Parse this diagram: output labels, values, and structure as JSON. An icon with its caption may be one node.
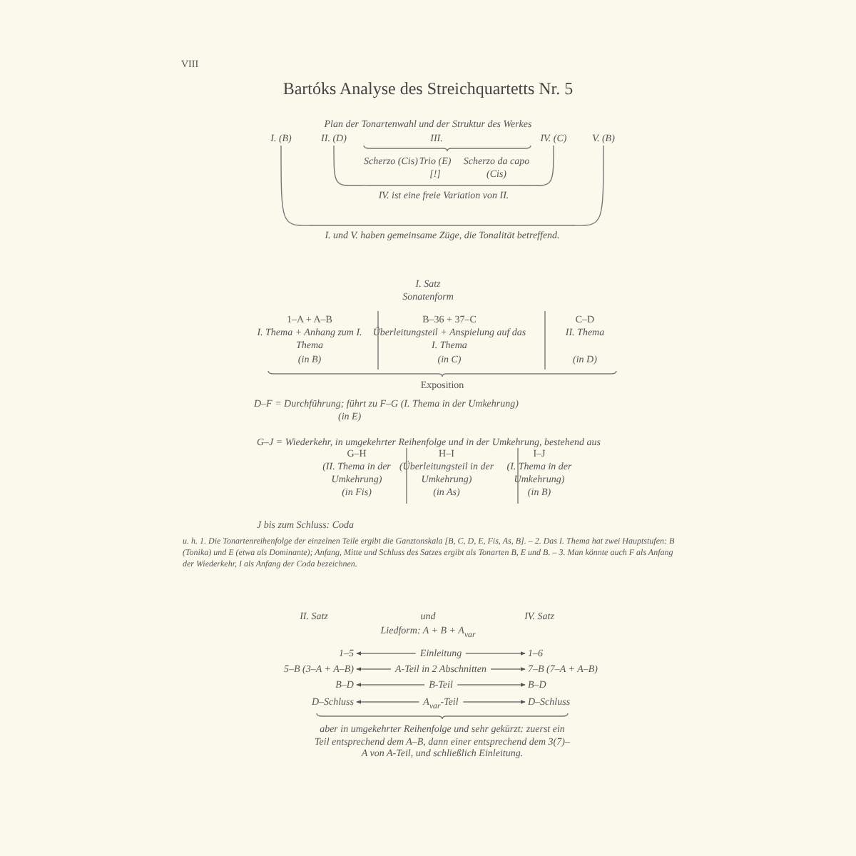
{
  "diagram": {
    "title": "Bartóks Analyse des Streichquartetts Nr. 5",
    "nodes": [
      {
        "text": [
          "I. (B)"
        ]
      },
      {
        "text": [
          "II. (D)"
        ]
      },
      {
        "text": [
          "III."
        ]
      },
      {
        "text": [
          "IV. (C)"
        ]
      },
      {
        "text": [
          "V. (B)"
        ]
      },
      {
        "text": [
          "1–5"
        ]
      },
      {
        "text": [
          "1–6"
        ]
      },
      {
        "text": [
          "5–B (3–A + A–B)"
        ]
      },
      {
        "text": [
          "7–B (7–A + A–B)"
        ]
      },
      {
        "text": [
          "B–D"
        ]
      },
      {
        "text": [
          "B–D"
        ]
      },
      {
        "text": [
          "D–Schluss"
        ]
      },
      {
        "text": [
          "D–Schluss"
        ]
      }
    ],
    "edges": [
      {
        "from": 1,
        "to": 3,
        "arrow": "none",
        "label": "IV. ist eine freie Variation von II."
      },
      {
        "from": 0,
        "to": 4,
        "arrow": "none",
        "label": "I. und V. haben gemeinsame Züge, die Tonalität betreffend."
      },
      {
        "from": 5,
        "to": 6,
        "arrow": "both",
        "label": "Einleitung"
      },
      {
        "from": 7,
        "to": 8,
        "arrow": "both",
        "label": "A-Teil in 2 Abschnitten"
      },
      {
        "from": 9,
        "to": 10,
        "arrow": "both",
        "label": "B-Teil"
      },
      {
        "from": 11,
        "to": 12,
        "arrow": "both",
        "label": "A$_{var}$-Teil"
      }
    ],
    "labels": [
      "VIII",
      "Plan der Tonartenwahl und der Struktur des Werkes",
      "Scherzo (Cis)",
      "Trio (E) [!]",
      "Scherzo da capo (Cis)",
      "I. Satz",
      "Sonatenform",
      "1–A + A–B",
      "I. Thema + Anhang zum I. Thema",
      "(in B)",
      "B–36 + 37–C",
      "Überleitungsteil + Anspielung auf das I. Thema",
      "(in C)",
      "C–D",
      "II. Thema",
      "(in D)",
      "Exposition",
      "D–F = Durchführung; führt zu F–G (I. Thema in der Umkehrung)",
      "(in E)",
      "G–J = Wiederkehr, in umgekehrter Reihenfolge und in der Umkehrung, bestehend aus",
      "G–H",
      "(II. Thema in der Umkehrung)",
      "(in Fis)",
      "H–I",
      "(Überleitungsteil in der Umkehrung)",
      "(in As)",
      "I–J",
      "(I. Thema in der Umkehrung)",
      "(in B)",
      "J bis zum Schluss: Coda",
      "u. h. 1. Die Tonartenreihenfolge der einzelnen Teile ergibt die Ganztonskala [B, C, D, E, Fis, As, B]. – 2. Das I. Thema hat zwei Hauptstufen: B (Tonika) und E (etwa als Dominante); Anfang, Mitte und Schluss des Satzes ergibt als Tonarten B, E und B. – 3. Man könnte auch F als Anfang der Wiederkehr, I als Anfang der Coda bezeichnen.",
      "II. Satz",
      "und",
      "IV. Satz",
      "Liedform: A + B + A$_{var}$",
      "aber in umgekehrter Reihenfolge und sehr gekürzt: zuerst ein Teil entsprechend dem A–B, dann einer entsprechend dem 3(7)–A von A-Teil, und schließlich Einleitung."
    ]
  }
}
